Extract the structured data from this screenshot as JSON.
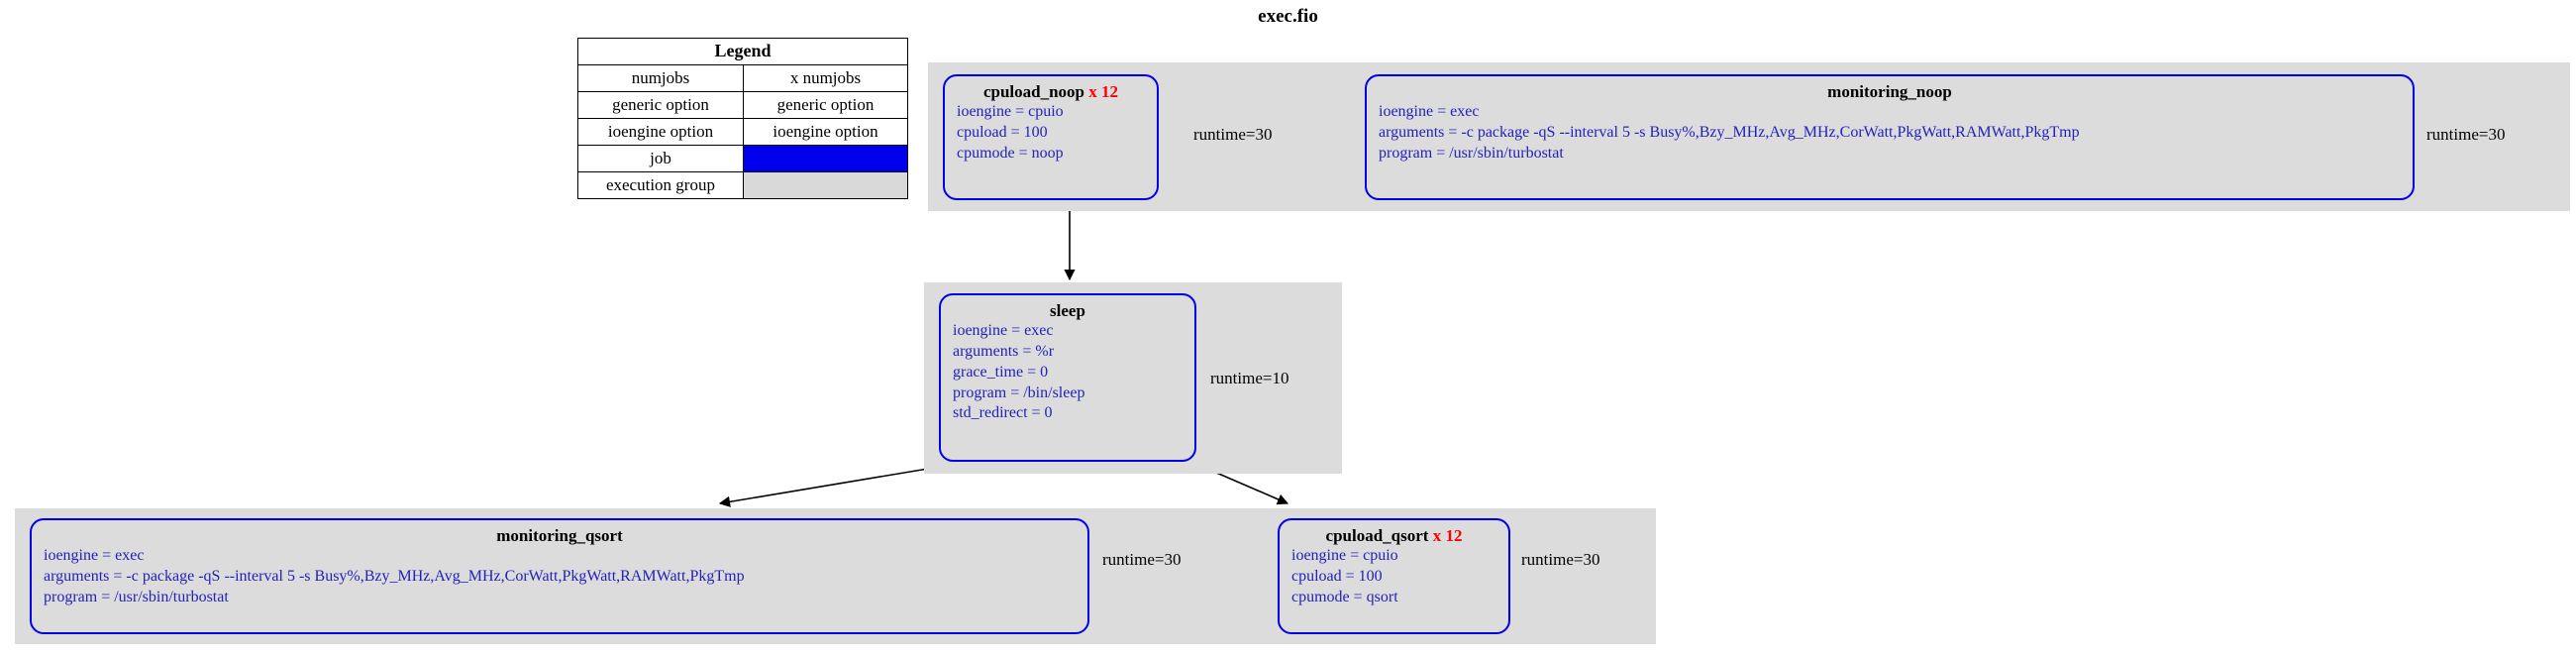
{
  "title": "exec.fio",
  "legend": {
    "header": "Legend",
    "rows": [
      {
        "label": "numjobs",
        "sample": "x numjobs",
        "style": "red"
      },
      {
        "label": "generic option",
        "sample": "generic option",
        "style": "green"
      },
      {
        "label": "ioengine option",
        "sample": "ioengine option",
        "style": "blue"
      },
      {
        "label": "job",
        "sample": "",
        "style": "swatch-job"
      },
      {
        "label": "execution group",
        "sample": "",
        "style": "swatch-group"
      }
    ]
  },
  "colors": {
    "numjobs": "#ff0000",
    "generic_option": "#006400",
    "ioengine_option": "#0000cc",
    "job_border": "#0000ee",
    "execution_group": "#dcdcdc"
  },
  "groups": [
    {
      "name": "group-noop",
      "jobs": [
        {
          "id": "cpuload_noop",
          "name": "cpuload_noop",
          "numjobs": "x 12",
          "options": [
            "ioengine = cpuio",
            "cpuload = 100",
            "cpumode = noop"
          ],
          "edge_label": "runtime=30"
        },
        {
          "id": "monitoring_noop",
          "name": "monitoring_noop",
          "numjobs": "",
          "options": [
            "ioengine = exec",
            "arguments = -c package -qS --interval 5 -s Busy%,Bzy_MHz,Avg_MHz,CorWatt,PkgWatt,RAMWatt,PkgTmp",
            "program = /usr/sbin/turbostat"
          ],
          "edge_label": "runtime=30"
        }
      ]
    },
    {
      "name": "group-sleep",
      "jobs": [
        {
          "id": "sleep",
          "name": "sleep",
          "numjobs": "",
          "options": [
            "ioengine = exec",
            "arguments = %r",
            "grace_time = 0",
            "program = /bin/sleep",
            "std_redirect = 0"
          ],
          "edge_label": "runtime=10"
        }
      ]
    },
    {
      "name": "group-qsort",
      "jobs": [
        {
          "id": "monitoring_qsort",
          "name": "monitoring_qsort",
          "numjobs": "",
          "options": [
            "ioengine = exec",
            "arguments = -c package -qS --interval 5 -s Busy%,Bzy_MHz,Avg_MHz,CorWatt,PkgWatt,RAMWatt,PkgTmp",
            "program = /usr/sbin/turbostat"
          ],
          "edge_label": "runtime=30"
        },
        {
          "id": "cpuload_qsort",
          "name": "cpuload_qsort",
          "numjobs": "x 12",
          "options": [
            "ioengine = cpuio",
            "cpuload = 100",
            "cpumode = qsort"
          ],
          "edge_label": "runtime=30"
        }
      ]
    }
  ]
}
